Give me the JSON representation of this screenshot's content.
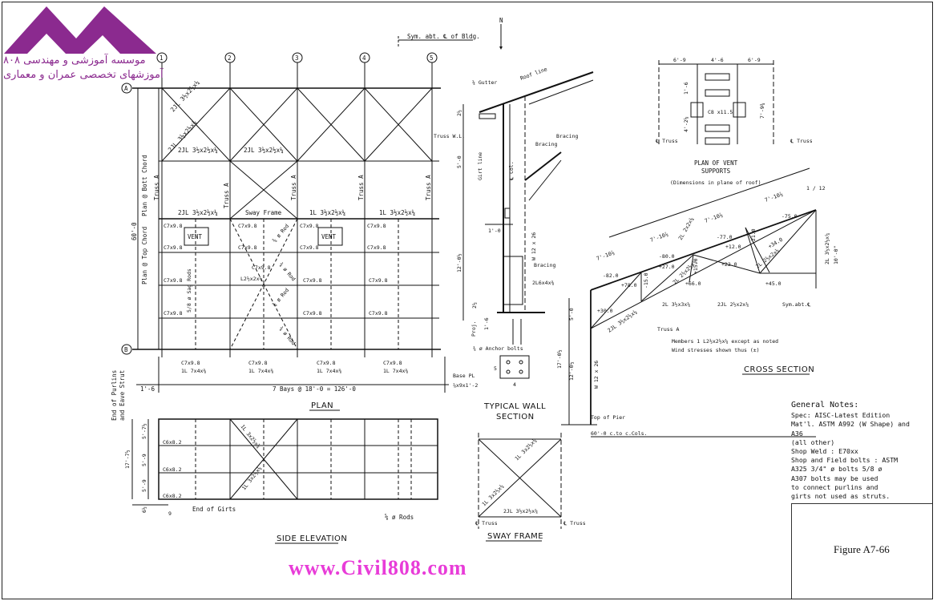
{
  "logo": {
    "line1": "موسسه آموزشی و مهندسی ۸۰۸",
    "line2": "آموزشهای تخصصی عمران و معماری",
    "color": "#8b2a8f"
  },
  "north": "N",
  "sym_bldg": "Sym. abt. ℄ of Bldg.",
  "grid_cols": [
    "1",
    "2",
    "3",
    "4",
    "5"
  ],
  "grid_rows": [
    "A",
    "B"
  ],
  "plan": {
    "title": "PLAN",
    "bays": "7 Bays @ 18'-0 = 126'-0",
    "edge_dim": "1'-6",
    "depth": "60'-0",
    "left_label_1": "Plan @ Top Chord",
    "left_label_2": "Plan @ Bott Chord",
    "sag_rods": "5/8 ø Sag Rods",
    "sway_frame": "Sway Frame",
    "vent": "VENT",
    "purlin": "C7x9.8",
    "truss": "Truss A",
    "brace_a": "2JL 3½x2½x¼",
    "brace_b": "2JL 3½x2½x¼",
    "brace_c": "1L 3½x2½x¼",
    "rod": "¾ ø Rod",
    "l_small": "L2½x2x¼",
    "eave": "1L 7x4x⅜",
    "end_purlins": "End of Purlins",
    "eave_struts": "and Eave Strut"
  },
  "side_elevation": {
    "title": "SIDE ELEVATION",
    "girt": "C6x8.2",
    "end_girts": "End of Girts",
    "rods": "⅝ ø Rods",
    "brace": "1L 3x2½x¼",
    "dims": [
      "5'-7½",
      "5'-9",
      "5'-9",
      "17'-7½",
      "6½",
      "9"
    ]
  },
  "wall_section": {
    "title": "TYPICAL WALL",
    "title2": "SECTION",
    "gutter": "¼ Gutter",
    "roof_line": "Roof line",
    "truss_wl": "Truss W.L.",
    "bracing": "Bracing",
    "girt_line": "Girt line",
    "col": "℄ Col.",
    "column": "W 12 x 26",
    "angle": "2L6x4x⅜",
    "anchor": "¾ ø Anchor bolts",
    "base_pl": "Base PL",
    "base_size": "⅞x9x1'-2",
    "proj": "Proj.",
    "dims": [
      "1'-0",
      "5'-0",
      "12'-0½",
      "2½",
      "1'-6",
      "5",
      "4",
      "2½"
    ]
  },
  "sway": {
    "title": "SWAY FRAME",
    "brace": "1L 3x2½x¼",
    "bottom": "2JL 3½x2½x¼",
    "truss": "℄ Truss"
  },
  "vent_support": {
    "title": "PLAN OF VENT",
    "title2": "SUPPORTS",
    "sub": "(Dimensions in plane of roof)",
    "dims": [
      "6'-9",
      "4'-6",
      "6'-9",
      "1'-6",
      "4'-2⅛",
      "7'-9¾"
    ],
    "channel": "C8 x11.5",
    "truss": "℄ Truss"
  },
  "cross_section": {
    "title": "CROSS SECTION",
    "truss_a": "Truss A",
    "members": "Members 1 L2½x2½x¼ except as noted",
    "wind": "Wind stresses shown thus (±)",
    "panel": "7'-10⅞",
    "forces": [
      "-82.0",
      "-80.0",
      "-77.0",
      "-75.0",
      "+78.0",
      "+66.0",
      "+45.0",
      "+30.0",
      "+27.0",
      "+12.0",
      "+22.0",
      "+34.0",
      "+15.0",
      "-15.0",
      "-21.0"
    ],
    "members_lbl": [
      "2JL 3½x2½x¼",
      "2L 3½x3x¼",
      "2JL 2½x2x¼",
      "2L 2x2x¼",
      "2L 2½x2½x¼",
      "2L 2½x2x¼",
      "2L 3½x2½x¼",
      "2L 2½x2½x¼"
    ],
    "sym": "Sym.abt.℄",
    "rise": "10'-0\"",
    "pitch": "1 / 12",
    "column": "W 12 x 26",
    "top_pier": "Top of Pier",
    "span": "60'-0 c.to c.Cols.",
    "dims": [
      "5'-0",
      "17'-0½",
      "12'-0½"
    ]
  },
  "notes": {
    "title": "General Notes:",
    "lines": [
      "Spec: AISC-Latest Edition",
      "Mat'l. ASTM A992 (W Shape) and A36",
      "(all other)",
      "Shop Weld : E70xx",
      "Shop and Field bolts : ASTM",
      "A325 3/4\" ø bolts 5/8 ø",
      "A307 bolts may be used",
      "to connect purlins and",
      "girts not used as struts."
    ]
  },
  "figure": "Figure A7-66",
  "site": "www.Civil808.com",
  "site_color": "#e83cd8"
}
